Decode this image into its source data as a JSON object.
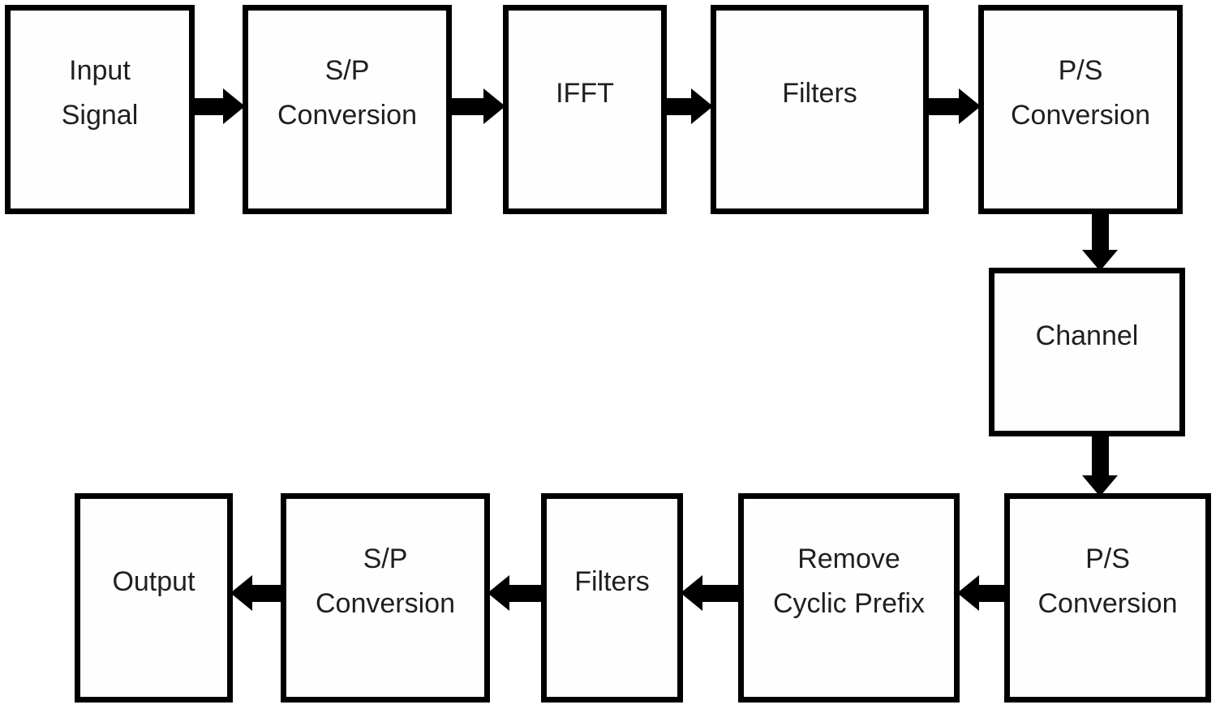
{
  "diagram": {
    "background_color": "#ffffff",
    "box_border_color": "#000000",
    "arrow_color": "#000000",
    "text_color": "#1f1f1f",
    "nodes": [
      {
        "id": "input-signal",
        "lines": [
          "Input",
          "Signal"
        ]
      },
      {
        "id": "sp-conversion-tx",
        "lines": [
          "S/P",
          "Conversion"
        ]
      },
      {
        "id": "ifft",
        "lines": [
          "IFFT"
        ]
      },
      {
        "id": "filters-tx",
        "lines": [
          "Filters"
        ]
      },
      {
        "id": "ps-conversion-tx",
        "lines": [
          "P/S",
          "Conversion"
        ]
      },
      {
        "id": "channel",
        "lines": [
          "Channel"
        ]
      },
      {
        "id": "ps-conversion-rx",
        "lines": [
          "P/S",
          "Conversion"
        ]
      },
      {
        "id": "remove-cyclic-prefix",
        "lines": [
          "Remove",
          "Cyclic Prefix"
        ]
      },
      {
        "id": "filters-rx",
        "lines": [
          "Filters"
        ]
      },
      {
        "id": "sp-conversion-rx",
        "lines": [
          "S/P",
          "Conversion"
        ]
      },
      {
        "id": "output",
        "lines": [
          "Output"
        ]
      }
    ],
    "edges": [
      {
        "from": "input-signal",
        "to": "sp-conversion-tx",
        "direction": "right"
      },
      {
        "from": "sp-conversion-tx",
        "to": "ifft",
        "direction": "right"
      },
      {
        "from": "ifft",
        "to": "filters-tx",
        "direction": "right"
      },
      {
        "from": "filters-tx",
        "to": "ps-conversion-tx",
        "direction": "right"
      },
      {
        "from": "ps-conversion-tx",
        "to": "channel",
        "direction": "down"
      },
      {
        "from": "channel",
        "to": "ps-conversion-rx",
        "direction": "down"
      },
      {
        "from": "ps-conversion-rx",
        "to": "remove-cyclic-prefix",
        "direction": "left"
      },
      {
        "from": "remove-cyclic-prefix",
        "to": "filters-rx",
        "direction": "left"
      },
      {
        "from": "filters-rx",
        "to": "sp-conversion-rx",
        "direction": "left"
      },
      {
        "from": "sp-conversion-rx",
        "to": "output",
        "direction": "left"
      }
    ]
  }
}
